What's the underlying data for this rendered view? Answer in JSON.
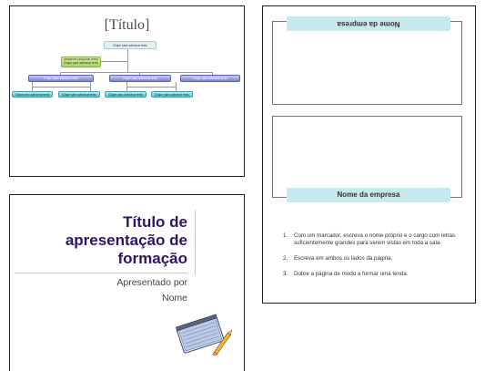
{
  "org_slide": {
    "title": "[Título]",
    "top_box": "Clique para adicionar texto",
    "assistant_box": [
      "Assistente (adicionar texto)",
      "Clique para adicionar texto"
    ],
    "mid_boxes": [
      "Clique para adicionar texto",
      "Clique para adicionar texto",
      "Clique para adicionar texto"
    ],
    "low_boxes": [
      "Clique para adicionar texto",
      "Clique para adicionar texto",
      "Clique para adicionar texto",
      "Clique para adicionar texto"
    ]
  },
  "name_tent": {
    "company_label_top": "Nome da empresa",
    "company_label_bottom": "Nome da empresa",
    "instructions": [
      {
        "num": "1.",
        "text": "Com um marcador, escreva o nome próprio e o cargo com letras suficientemente grandes para serem vistas em toda a sala."
      },
      {
        "num": "2.",
        "text": "Escreva em ambos os lados da página."
      },
      {
        "num": "3.",
        "text": "Dobre a página de modo a formar uma tenda."
      }
    ]
  },
  "title_slide": {
    "title_lines": [
      "Título de",
      "apresentação de",
      "formação"
    ],
    "subtitle_lines": [
      "Apresentado por",
      "Nome"
    ],
    "clipart": "notepad-pencil-icon"
  },
  "colors": {
    "title_purple": "#2e1565",
    "tent_bar": "#c7e8ec",
    "mid_box": "#7d82cc",
    "low_box": "#55c0c6",
    "assistant_box": "#a8d45a"
  }
}
